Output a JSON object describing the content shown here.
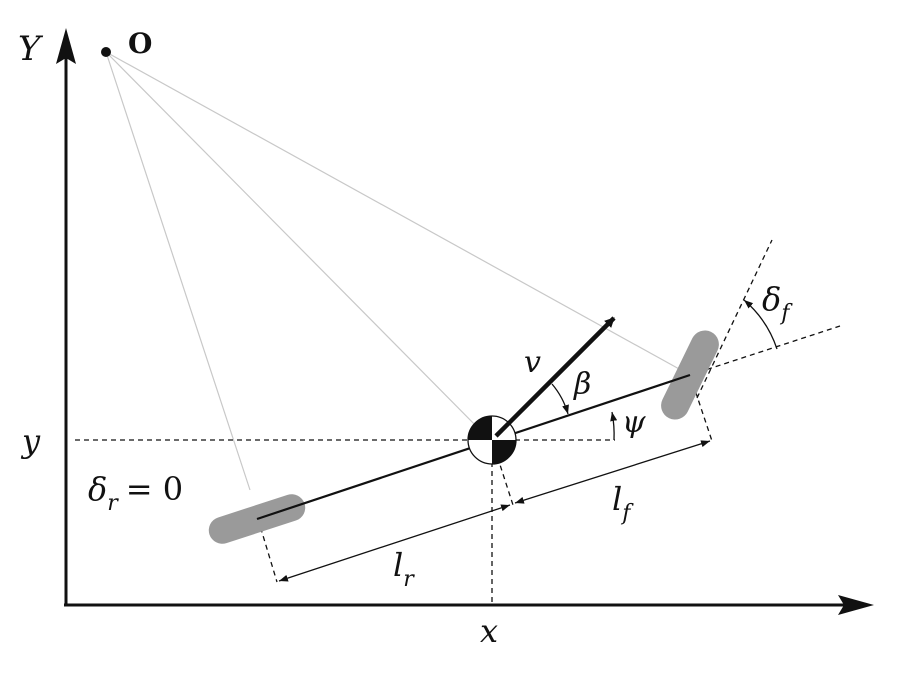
{
  "diagram": {
    "labels": {
      "y_axis": "Y",
      "origin": "O",
      "y_value": "y",
      "x_value": "x",
      "velocity": "v",
      "slip_angle": "β",
      "heading": "ψ",
      "front_steer": "δ",
      "front_steer_sub": "f",
      "rear_steer": "δ",
      "rear_steer_sub": "r",
      "rear_steer_eq": "= 0",
      "front_length": "l",
      "front_length_sub": "f",
      "rear_length": "l",
      "rear_length_sub": "r"
    },
    "colors": {
      "ink": "#111111",
      "wheel": "#9a9a9a",
      "construction_line": "#c8c8c8"
    }
  }
}
